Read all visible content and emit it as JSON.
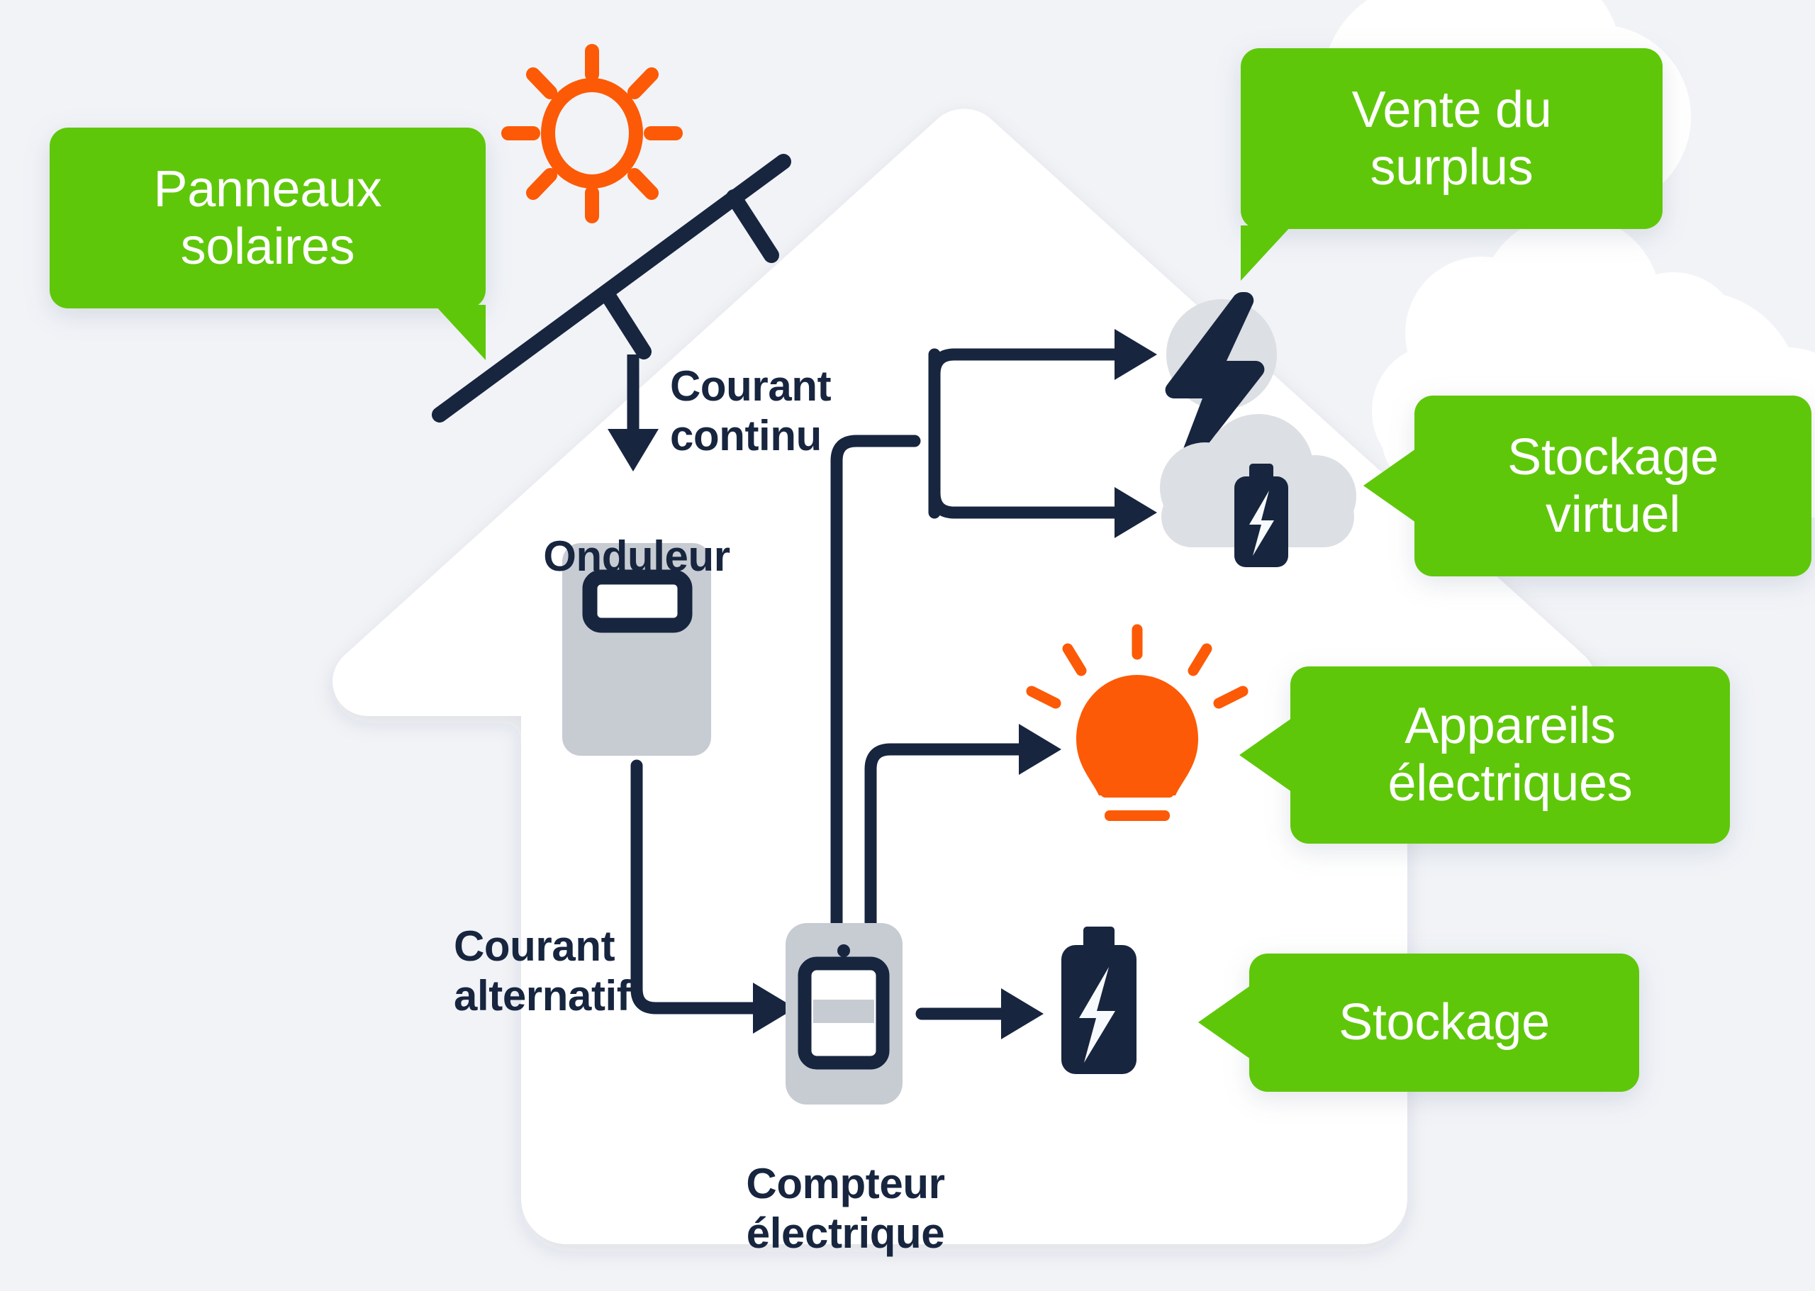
{
  "theme": {
    "background": "#f1f3f7",
    "house": "#ffffff",
    "cloud": "#ffffff",
    "green": "#5fc70a",
    "navy": "#17253f",
    "orange": "#fc5a06",
    "device_gray": "#c7ccd3",
    "icon_gray": "#dcdfe3",
    "text_on_green": "#ffffff"
  },
  "callouts": [
    {
      "id": "panneaux-solaires",
      "label": "Panneaux\nsolaires",
      "tail": "bottom-right"
    },
    {
      "id": "vente-du-surplus",
      "label": "Vente du\nsurplus",
      "tail": "bottom-left"
    },
    {
      "id": "stockage-virtuel",
      "label": "Stockage\nvirtuel",
      "tail": "left"
    },
    {
      "id": "appareils-electriques",
      "label": "Appareils\nélectriques",
      "tail": "left"
    },
    {
      "id": "stockage",
      "label": "Stockage",
      "tail": "left"
    }
  ],
  "labels": [
    {
      "id": "courant-continu",
      "text": "Courant\ncontinu"
    },
    {
      "id": "onduleur",
      "text": "Onduleur"
    },
    {
      "id": "courant-alternatif",
      "text": "Courant\nalternatif"
    },
    {
      "id": "compteur-electrique",
      "text": "Compteur\nélectrique"
    }
  ],
  "icons": [
    {
      "id": "sun-icon",
      "name": "sun-icon",
      "color": "#fc5a06"
    },
    {
      "id": "solar-panel-icon",
      "name": "solar-panel-icon",
      "color": "#17253f"
    },
    {
      "id": "inverter-icon",
      "name": "inverter-icon",
      "color": "#c7ccd3"
    },
    {
      "id": "lightning-bolt-icon",
      "name": "lightning-bolt-icon",
      "color": "#17253f"
    },
    {
      "id": "cloud-battery-icon",
      "name": "cloud-battery-icon",
      "color": "#17253f"
    },
    {
      "id": "light-bulb-icon",
      "name": "light-bulb-icon",
      "color": "#fc5a06"
    },
    {
      "id": "electric-meter-icon",
      "name": "electric-meter-icon",
      "color": "#c7ccd3"
    },
    {
      "id": "battery-icon",
      "name": "battery-icon",
      "color": "#17253f"
    }
  ],
  "diagram": {
    "type": "flow",
    "title": "Schéma d'autoconsommation solaire",
    "nodes": [
      "panneaux-solaires",
      "onduleur",
      "compteur-electrique",
      "vente-du-surplus",
      "stockage-virtuel",
      "appareils-electriques",
      "stockage"
    ],
    "edges": [
      {
        "from": "panneaux-solaires",
        "to": "onduleur",
        "label": "Courant continu"
      },
      {
        "from": "onduleur",
        "to": "compteur-electrique",
        "label": "Courant alternatif"
      },
      {
        "from": "compteur-electrique",
        "to": "vente-du-surplus",
        "label": ""
      },
      {
        "from": "compteur-electrique",
        "to": "stockage-virtuel",
        "label": ""
      },
      {
        "from": "compteur-electrique",
        "to": "appareils-electriques",
        "label": ""
      },
      {
        "from": "compteur-electrique",
        "to": "stockage",
        "label": ""
      }
    ]
  }
}
